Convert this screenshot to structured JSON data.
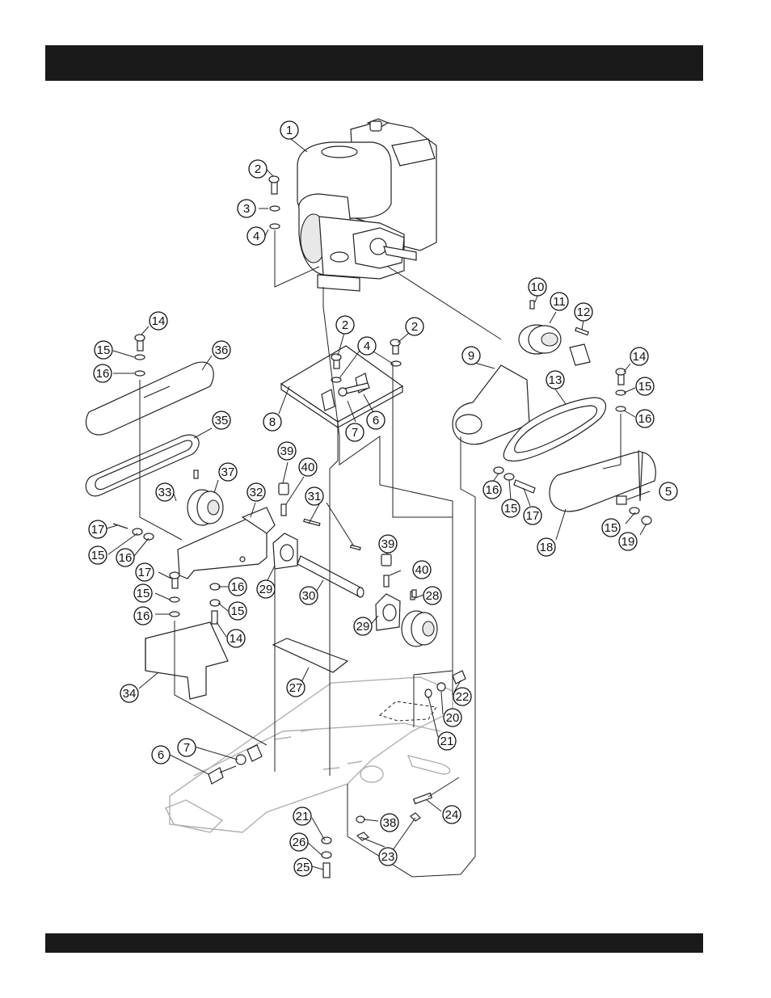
{
  "header_bar": {
    "color": "#1a1a1a"
  },
  "footer_bar": {
    "color": "#1a1a1a"
  },
  "callouts": [
    "1",
    "2",
    "3",
    "4",
    "10",
    "11",
    "12",
    "2",
    "4",
    "2",
    "14",
    "15",
    "16",
    "36",
    "9",
    "13",
    "14",
    "15",
    "16",
    "8",
    "7",
    "6",
    "35",
    "39",
    "40",
    "37",
    "33",
    "32",
    "31",
    "17",
    "15",
    "16",
    "16",
    "15",
    "14",
    "17",
    "15",
    "16",
    "29",
    "30",
    "39",
    "40",
    "28",
    "29",
    "34",
    "27",
    "22",
    "20",
    "21",
    "7",
    "6",
    "21",
    "26",
    "25",
    "38",
    "23",
    "24",
    "5",
    "15",
    "19",
    "18",
    "16",
    "15",
    "17"
  ]
}
